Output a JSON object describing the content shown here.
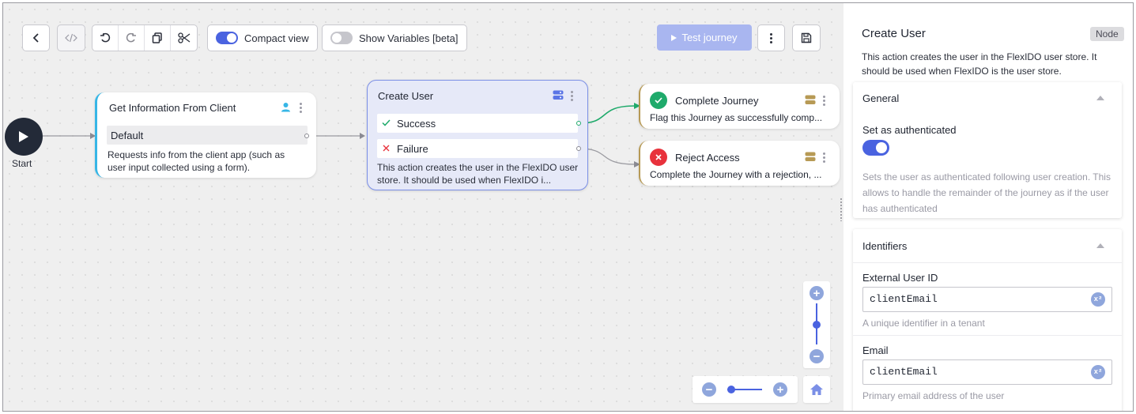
{
  "toolbar": {
    "compact_view_label": "Compact view",
    "compact_view_on": true,
    "show_variables_label": "Show Variables [beta]",
    "show_variables_on": false,
    "test_journey_label": "Test journey"
  },
  "canvas": {
    "start_label": "Start",
    "nodes": {
      "get_info": {
        "title": "Get Information From Client",
        "output": "Default",
        "description": "Requests info from the client app (such as user input collected using a form)."
      },
      "create_user": {
        "title": "Create User",
        "success": "Success",
        "failure": "Failure",
        "description": "This action creates the user in the FlexIDO user store. It should be used when FlexIDO i..."
      },
      "complete": {
        "title": "Complete Journey",
        "description": "Flag this Journey as successfully comp..."
      },
      "reject": {
        "title": "Reject Access",
        "description": "Complete the Journey with a rejection, ..."
      }
    },
    "zoom_level": 0.5
  },
  "panel": {
    "title": "Create User",
    "badge": "Node",
    "description": "This action creates the user in the FlexIDO user store. It should be used when FlexIDO is the user store.",
    "general": {
      "heading": "General",
      "set_auth_label": "Set as authenticated",
      "set_auth_on": true,
      "set_auth_help": "Sets the user as authenticated following user creation. This allows to handle the remainder of the journey as if the user has authenticated"
    },
    "identifiers": {
      "heading": "Identifiers",
      "external_id_label": "External User ID",
      "external_id_value": "clientEmail",
      "external_id_help": "A unique identifier in a tenant",
      "email_label": "Email",
      "email_value": "clientEmail",
      "email_help": "Primary email address of the user",
      "var_badge": "x²"
    }
  },
  "colors": {
    "accent": "#4a63e0",
    "success": "#1faa6b",
    "danger": "#e8323c",
    "selected_border": "#7b8fe6",
    "client_border": "#36b6e6",
    "terminal_border": "#b79a55"
  }
}
